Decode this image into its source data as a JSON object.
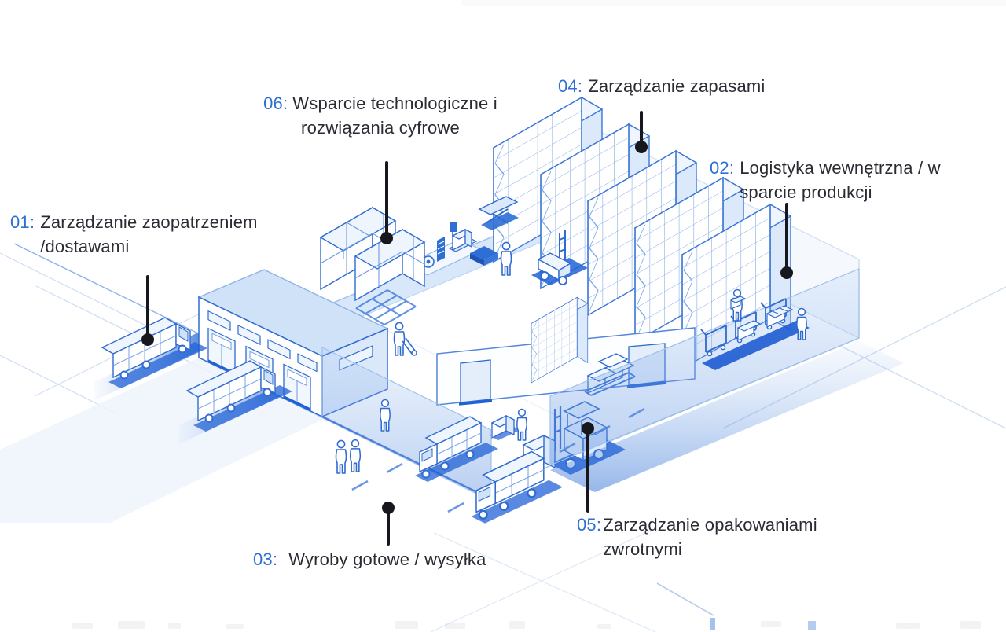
{
  "labels": {
    "01": {
      "num": "01:",
      "line1": "Zarządzanie zaopatrzeniem",
      "line2": "/dostawami"
    },
    "02": {
      "num": "02:",
      "line1": "Logistyka wewnętrzna / w",
      "line2": "sparcie produkcji"
    },
    "03": {
      "num": "03:",
      "line1": "Wyroby gotowe / wysyłka"
    },
    "04": {
      "num": "04:",
      "line1": "Zarządzanie zapasami"
    },
    "05": {
      "num": "05:",
      "line1": "Zarządzanie opakowaniami",
      "line2": "zwrotnymi"
    },
    "06": {
      "num": "06:",
      "line1": "Wsparcie technologiczne i",
      "line2": "rozwiązania cyfrowe"
    }
  },
  "palette": {
    "number_blue": "#2f6fd2",
    "text_dark": "#2a2b33",
    "pointer_black": "#17181d",
    "outline_blue": "#2f6bd0",
    "light_blue_fill": "#dbe8fa",
    "accent_blue": "#2161d6",
    "grid_blue": "#c9dbf3"
  }
}
